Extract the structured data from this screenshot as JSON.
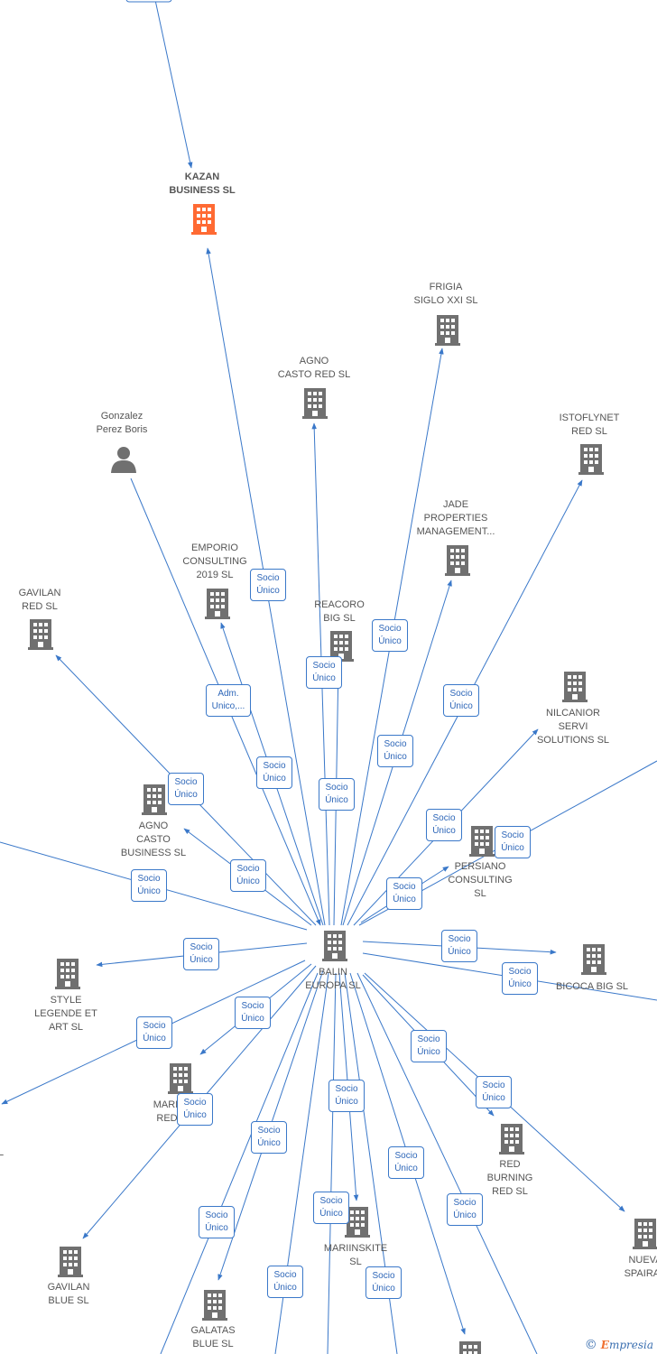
{
  "colors": {
    "edge": "#3a78c9",
    "node": "#707070",
    "highlight": "#ff6a33"
  },
  "nodes": [
    {
      "id": "kazan",
      "label": "KAZAN\nBUSINESS  SL",
      "type": "building",
      "highlight": true
    },
    {
      "id": "frigia",
      "label": "FRIGIA\nSIGLO XXI  SL",
      "type": "building"
    },
    {
      "id": "agno_casto",
      "label": "AGNO\nCASTO RED  SL",
      "type": "building"
    },
    {
      "id": "gonzalez",
      "label": "Gonzalez\nPerez Boris",
      "type": "person"
    },
    {
      "id": "istoflynet",
      "label": "ISTOFLYNET\nRED  SL",
      "type": "building"
    },
    {
      "id": "jade",
      "label": "JADE\nPROPERTIES\nMANAGEMENT...",
      "type": "building"
    },
    {
      "id": "emporio",
      "label": "EMPORIO\nCONSULTING\n2019  SL",
      "type": "building"
    },
    {
      "id": "gavilan_red",
      "label": "GAVILAN\nRED  SL",
      "type": "building"
    },
    {
      "id": "reacoro",
      "label": "REACORO\nBIG  SL",
      "type": "building"
    },
    {
      "id": "nilcanior",
      "label": "NILCANIOR\nSERVI\nSOLUTIONS  SL",
      "type": "building"
    },
    {
      "id": "agno_business",
      "label": "AGNO\nCASTO\nBUSINESS  SL",
      "type": "building"
    },
    {
      "id": "persiano",
      "label": "PERSIANO\nCONSULTING\nSL",
      "type": "building"
    },
    {
      "id": "balin",
      "label": "BALIN\nEUROPA  SL",
      "type": "building"
    },
    {
      "id": "style",
      "label": "STYLE\nLEGENDE ET\nART  SL",
      "type": "building"
    },
    {
      "id": "bicoca",
      "label": "BICOCA BIG  SL",
      "type": "building"
    },
    {
      "id": "mariinsk_red",
      "label": "MARII\nRED",
      "type": "building"
    },
    {
      "id": "red_burning",
      "label": "RED\nBURNING\nRED  SL",
      "type": "building"
    },
    {
      "id": "nueva",
      "label": "NUEVA\nSPAIRAK",
      "type": "building"
    },
    {
      "id": "mariinskite",
      "label": "MARIINSKITE\nSL",
      "type": "building"
    },
    {
      "id": "gavilan_blue",
      "label": "GAVILAN\nBLUE  SL",
      "type": "building"
    },
    {
      "id": "galatas",
      "label": "GALATAS\nBLUE  SL",
      "type": "building"
    },
    {
      "id": "bottom_right",
      "label": "",
      "type": "building"
    },
    {
      "id": "left_edge",
      "label": "L",
      "type": "label-only"
    }
  ],
  "edge_labels": [
    {
      "id": "e_kazan",
      "text": "Socio\nÚnico"
    },
    {
      "id": "e_frigia",
      "text": "Socio\nÚnico"
    },
    {
      "id": "e_reacoro",
      "text": "Socio\nÚnico"
    },
    {
      "id": "e_istoflynet",
      "text": "Socio\nÚnico"
    },
    {
      "id": "e_adm",
      "text": "Adm.\nUnico,..."
    },
    {
      "id": "e_jade",
      "text": "Socio\nÚnico"
    },
    {
      "id": "e_emporio",
      "text": "Socio\nÚnico"
    },
    {
      "id": "e_gavilan_red",
      "text": "Socio\nÚnico"
    },
    {
      "id": "e_agno_casto",
      "text": "Socio\nÚnico"
    },
    {
      "id": "e_nilcanior",
      "text": "Socio\nÚnico"
    },
    {
      "id": "e_right_up",
      "text": "Socio\nÚnico"
    },
    {
      "id": "e_agno_business",
      "text": "Socio\nÚnico"
    },
    {
      "id": "e_left_in",
      "text": "Socio\nÚnico"
    },
    {
      "id": "e_persiano",
      "text": "Socio\nÚnico"
    },
    {
      "id": "e_style",
      "text": "Socio\nÚnico"
    },
    {
      "id": "e_bicoca",
      "text": "Socio\nÚnico"
    },
    {
      "id": "e_right_down",
      "text": "Socio\nÚnico"
    },
    {
      "id": "e_mariinsk_red",
      "text": "Socio\nÚnico"
    },
    {
      "id": "e_left_down",
      "text": "Socio\nÚnico"
    },
    {
      "id": "e_red_burning",
      "text": "Socio\nÚnico"
    },
    {
      "id": "e_nueva",
      "text": "Socio\nÚnico"
    },
    {
      "id": "e_mariinsk_red2",
      "text": "Socio\nÚnico"
    },
    {
      "id": "e_gavilan_blue",
      "text": "Socio\nÚnico"
    },
    {
      "id": "e_galatas",
      "text": "Socio\nÚnico"
    },
    {
      "id": "e_down_center",
      "text": "Socio\nÚnico"
    },
    {
      "id": "e_bottom_right",
      "text": "Socio\nÚnico"
    },
    {
      "id": "e_mariinskite",
      "text": "Socio\nÚnico"
    },
    {
      "id": "e_down_mid",
      "text": "Socio\nÚnico"
    },
    {
      "id": "e_down_right2",
      "text": "Socio\nÚnico"
    },
    {
      "id": "e_down_left",
      "text": "Socio\nÚnico"
    }
  ],
  "watermark": {
    "copyright": "©",
    "brand_first": "E",
    "brand_rest": "mpresia"
  }
}
